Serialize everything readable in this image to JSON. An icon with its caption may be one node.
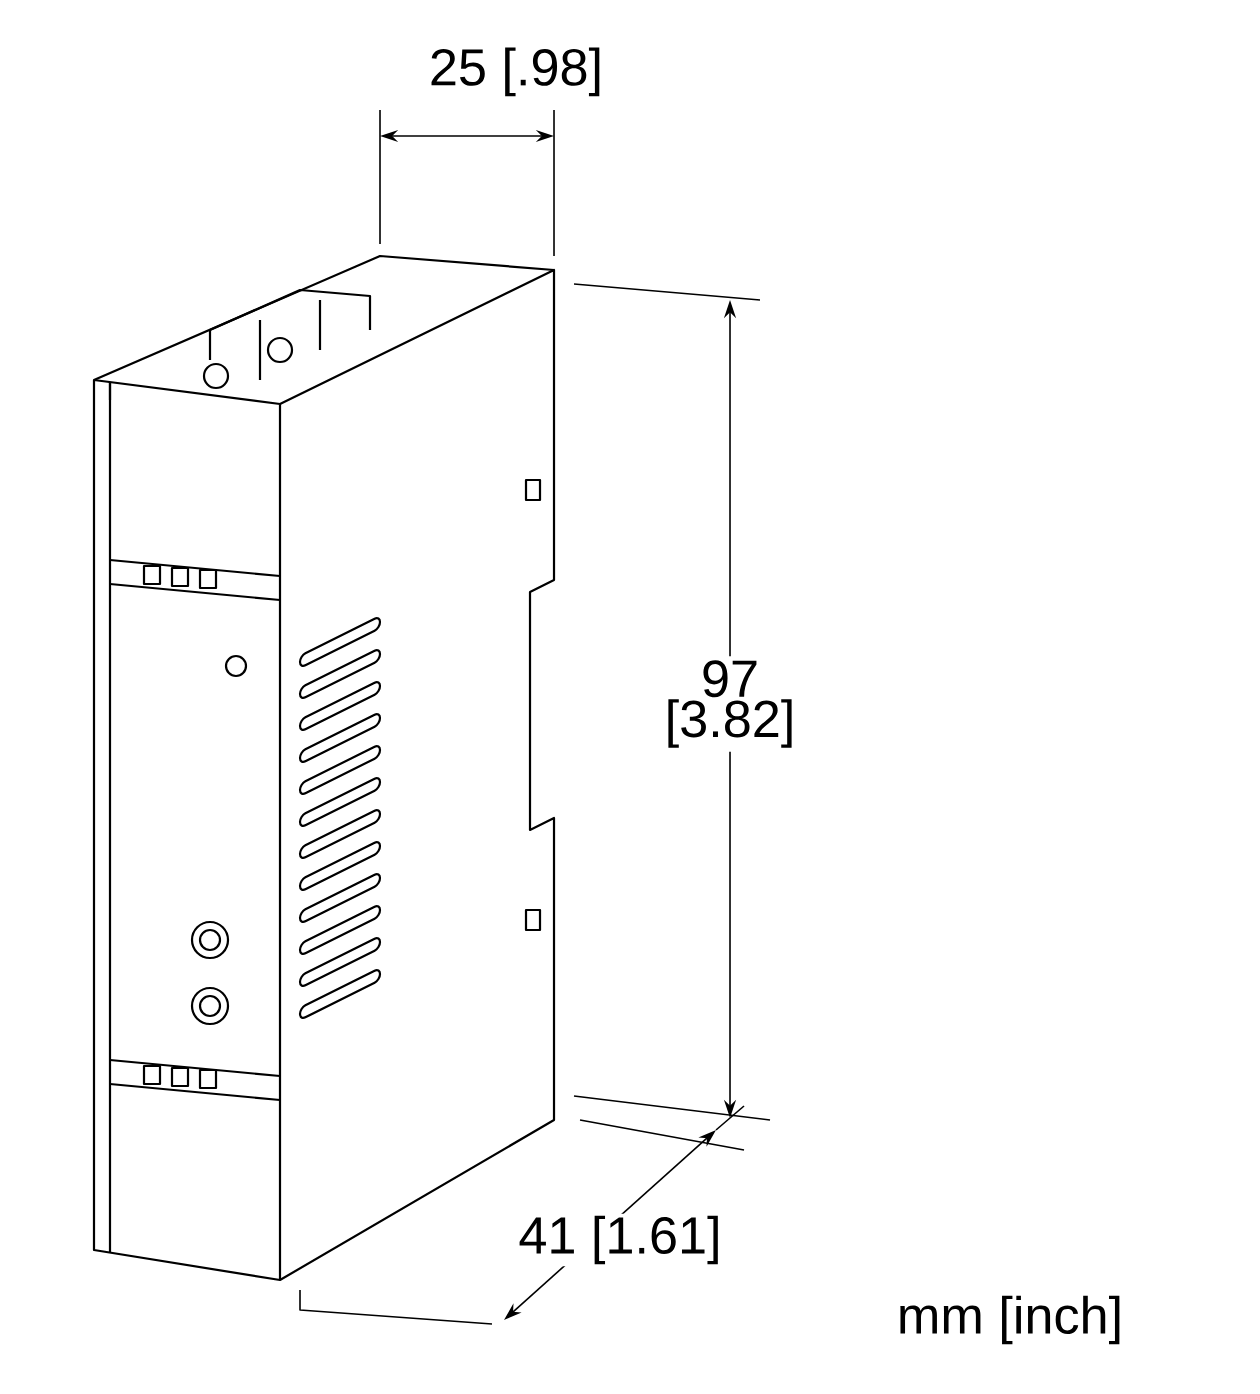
{
  "diagram": {
    "labels": [
      "25 [.98]",
      "97 [3.82]",
      "41 [1.61]",
      "mm [inch]"
    ]
  }
}
